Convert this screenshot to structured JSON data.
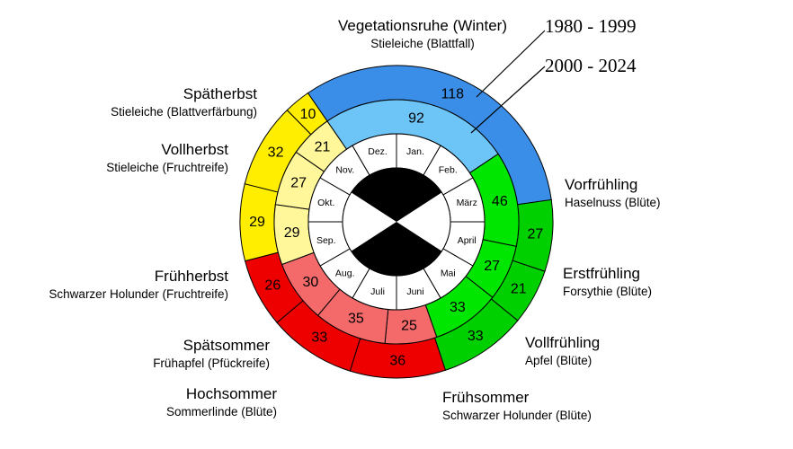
{
  "chart_data": {
    "type": "phenological-clock",
    "periods": [
      "1980 - 1999",
      "2000 - 2024"
    ],
    "months": [
      "Jan.",
      "Feb.",
      "März",
      "April",
      "Mai",
      "Juni",
      "Juli",
      "Aug.",
      "Sep.",
      "Okt.",
      "Nov.",
      "Dez."
    ],
    "seasons": [
      {
        "name": "Vegetationsruhe (Winter)",
        "plant": "Stieleiche (Blattfall)",
        "outer": 118,
        "inner": 92,
        "outer_color": "#3b8ee8",
        "inner_color": "#6cc4f7"
      },
      {
        "name": "Vorfrühling",
        "plant": "Haselnuss (Blüte)",
        "outer": 27,
        "inner": 46,
        "outer_color": "#00d000",
        "inner_color": "#00e600"
      },
      {
        "name": "Erstfrühling",
        "plant": "Forsythie (Blüte)",
        "outer": 21,
        "inner": 27,
        "outer_color": "#00d000",
        "inner_color": "#00e600"
      },
      {
        "name": "Vollfrühling",
        "plant": "Apfel (Blüte)",
        "outer": 33,
        "inner": 33,
        "outer_color": "#00d000",
        "inner_color": "#00e600"
      },
      {
        "name": "Frühsommer",
        "plant": "Schwarzer Holunder (Blüte)",
        "outer": 36,
        "inner": 25,
        "outer_color": "#ee0000",
        "inner_color": "#f46a6a"
      },
      {
        "name": "Hochsommer",
        "plant": "Sommerlinde (Blüte)",
        "outer": 33,
        "inner": 35,
        "outer_color": "#ee0000",
        "inner_color": "#f46a6a"
      },
      {
        "name": "Spätsommer",
        "plant": "Frühapfel (Pfückreife)",
        "outer": 26,
        "inner": 30,
        "outer_color": "#ee0000",
        "inner_color": "#f46a6a"
      },
      {
        "name": "Frühherbst",
        "plant": "Schwarzer Holunder (Fruchtreife)",
        "outer": 29,
        "inner": 29,
        "outer_color": "#ffee00",
        "inner_color": "#fff79a"
      },
      {
        "name": "Vollherbst",
        "plant": "Stieleiche (Fruchtreife)",
        "outer": 32,
        "inner": 27,
        "outer_color": "#ffee00",
        "inner_color": "#fff79a"
      },
      {
        "name": "Spätherbst",
        "plant": "Stieleiche (Blattverfärbung)",
        "outer": 10,
        "inner": 21,
        "outer_color": "#ffee00",
        "inner_color": "#fff79a"
      }
    ]
  }
}
